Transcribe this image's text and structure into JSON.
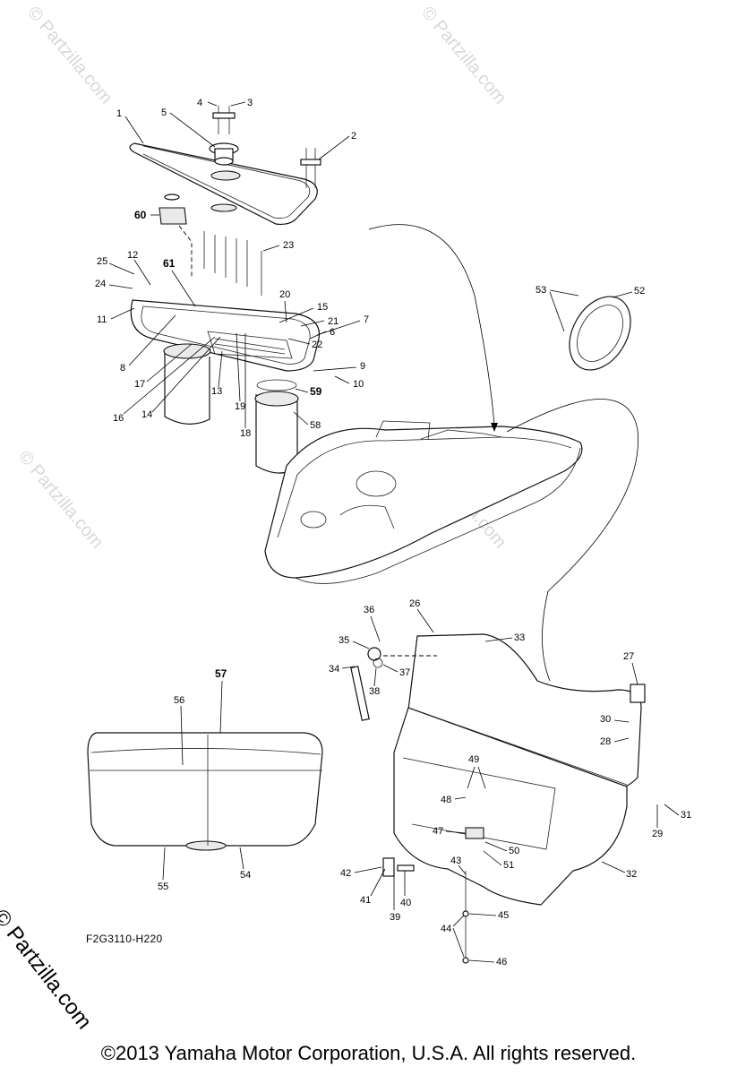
{
  "diagram_code": "F2G3110-H220",
  "copyright": "©2013 Yamaha Motor Corporation, U.S.A. All rights reserved.",
  "side_watermark": "© Partzilla.com",
  "background_watermark": "© Partzilla.com",
  "bold_callouts": [
    "57",
    "59",
    "60",
    "61"
  ],
  "callouts": [
    {
      "id": "1"
    },
    {
      "id": "2"
    },
    {
      "id": "3"
    },
    {
      "id": "4"
    },
    {
      "id": "5"
    },
    {
      "id": "6"
    },
    {
      "id": "7"
    },
    {
      "id": "8"
    },
    {
      "id": "9"
    },
    {
      "id": "10"
    },
    {
      "id": "11"
    },
    {
      "id": "12"
    },
    {
      "id": "13"
    },
    {
      "id": "14"
    },
    {
      "id": "15"
    },
    {
      "id": "16"
    },
    {
      "id": "17"
    },
    {
      "id": "18"
    },
    {
      "id": "19"
    },
    {
      "id": "20"
    },
    {
      "id": "21"
    },
    {
      "id": "22"
    },
    {
      "id": "23"
    },
    {
      "id": "24"
    },
    {
      "id": "25"
    },
    {
      "id": "26"
    },
    {
      "id": "27"
    },
    {
      "id": "28"
    },
    {
      "id": "29"
    },
    {
      "id": "30"
    },
    {
      "id": "31"
    },
    {
      "id": "32"
    },
    {
      "id": "33"
    },
    {
      "id": "34"
    },
    {
      "id": "35"
    },
    {
      "id": "36"
    },
    {
      "id": "37"
    },
    {
      "id": "38"
    },
    {
      "id": "39"
    },
    {
      "id": "40"
    },
    {
      "id": "41"
    },
    {
      "id": "42"
    },
    {
      "id": "43"
    },
    {
      "id": "44"
    },
    {
      "id": "45"
    },
    {
      "id": "46"
    },
    {
      "id": "47"
    },
    {
      "id": "48"
    },
    {
      "id": "49"
    },
    {
      "id": "50"
    },
    {
      "id": "51"
    },
    {
      "id": "52"
    },
    {
      "id": "53"
    },
    {
      "id": "54"
    },
    {
      "id": "55"
    },
    {
      "id": "56"
    },
    {
      "id": "57"
    },
    {
      "id": "58"
    },
    {
      "id": "59"
    },
    {
      "id": "60"
    },
    {
      "id": "61"
    }
  ]
}
